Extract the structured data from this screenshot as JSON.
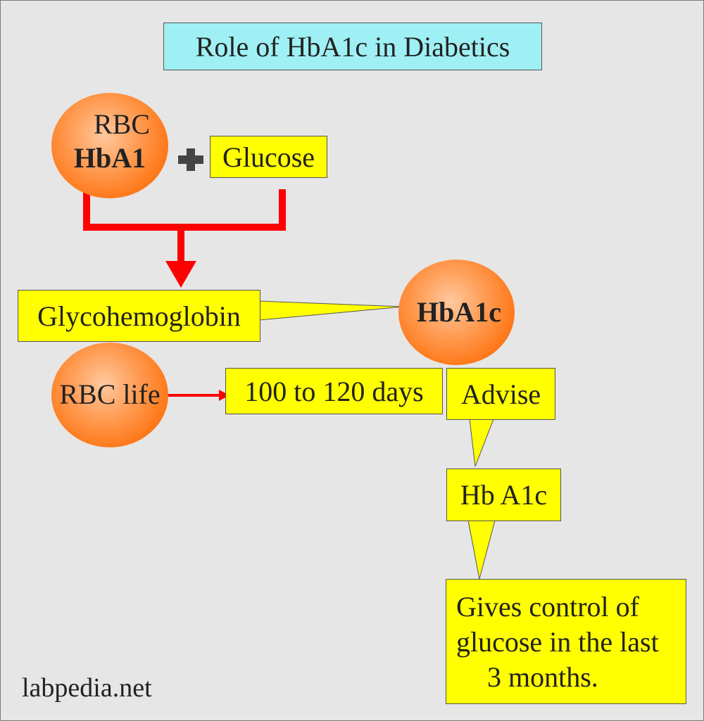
{
  "title": "Role of HbA1c in Diabetics",
  "rbc_circle": {
    "line1": "RBC",
    "line2": "HbA1"
  },
  "glucose": "Glucose",
  "glycohemoglobin": "Glycohemoglobin",
  "hba1c_circle": "HbA1c",
  "rbc_life_circle": "RBC life",
  "life_span": "100 to 120 days",
  "advise": "Advise",
  "hb_a1c": "Hb A1c",
  "result": {
    "line1": "Gives control of",
    "line2": "glucose in the last",
    "line3": "3 months."
  },
  "watermark": "labpedia.net",
  "colors": {
    "background": "#e6e6e6",
    "title_box": "#9ff0f4",
    "callout_box": "#ffff00",
    "arrow": "#ff0000",
    "circle": "#ff7a1c"
  }
}
